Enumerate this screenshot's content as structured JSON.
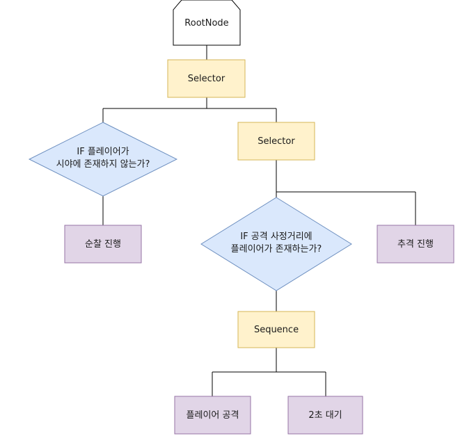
{
  "colors": {
    "selector_fill": "#fff2cc",
    "selector_stroke": "#d6b656",
    "condition_fill": "#dae8fc",
    "condition_stroke": "#6c8ebf",
    "action_fill": "#e1d5e7",
    "action_stroke": "#9673a6",
    "root_fill": "#ffffff",
    "root_stroke": "#000000",
    "edge": "#000000"
  },
  "nodes": {
    "root": {
      "label": "RootNode"
    },
    "selector_top": {
      "label": "Selector"
    },
    "cond_player_visible": {
      "lines": [
        "IF 플레이어가",
        "시야에 존재하지 않는가?"
      ]
    },
    "action_patrol": {
      "label": "순찰 진행"
    },
    "selector_second": {
      "label": "Selector"
    },
    "cond_player_in_range": {
      "lines": [
        "IF 공격 사정거리에",
        "플레이어가 존재하는가?"
      ]
    },
    "action_chase": {
      "label": "추격 진행"
    },
    "sequence": {
      "label": "Sequence"
    },
    "action_attack": {
      "label": "플레이어 공격"
    },
    "action_wait": {
      "label": "2초 대기"
    }
  }
}
